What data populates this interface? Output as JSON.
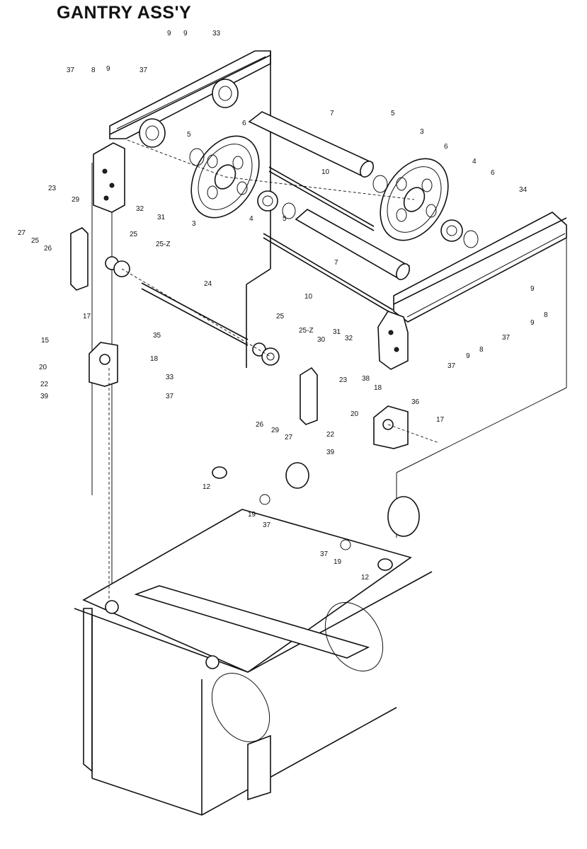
{
  "title": "GANTRY ASS'Y",
  "callouts": [
    {
      "id": "c1",
      "text": "9"
    },
    {
      "id": "c2",
      "text": "9"
    },
    {
      "id": "c3",
      "text": "33"
    },
    {
      "id": "c4",
      "text": "37"
    },
    {
      "id": "c5",
      "text": "8"
    },
    {
      "id": "c6",
      "text": "9"
    },
    {
      "id": "c7",
      "text": "37"
    },
    {
      "id": "c8",
      "text": "6"
    },
    {
      "id": "c9",
      "text": "7"
    },
    {
      "id": "c10",
      "text": "5"
    },
    {
      "id": "c11",
      "text": "3"
    },
    {
      "id": "c12",
      "text": "6"
    },
    {
      "id": "c13",
      "text": "5"
    },
    {
      "id": "c14",
      "text": "10"
    },
    {
      "id": "c15",
      "text": "4"
    },
    {
      "id": "c16",
      "text": "6"
    },
    {
      "id": "c17",
      "text": "34"
    },
    {
      "id": "c18",
      "text": "23"
    },
    {
      "id": "c19",
      "text": "29"
    },
    {
      "id": "c20",
      "text": "32"
    },
    {
      "id": "c21",
      "text": "31"
    },
    {
      "id": "c22",
      "text": "3"
    },
    {
      "id": "c23",
      "text": "4"
    },
    {
      "id": "c24",
      "text": "5"
    },
    {
      "id": "c25",
      "text": "27"
    },
    {
      "id": "c26",
      "text": "25"
    },
    {
      "id": "c27",
      "text": "26"
    },
    {
      "id": "c28",
      "text": "25"
    },
    {
      "id": "c29",
      "text": "25-Z"
    },
    {
      "id": "c30",
      "text": "7"
    },
    {
      "id": "c31",
      "text": "10"
    },
    {
      "id": "c32",
      "text": "24"
    },
    {
      "id": "c33",
      "text": "9"
    },
    {
      "id": "c34",
      "text": "8"
    },
    {
      "id": "c35",
      "text": "9"
    },
    {
      "id": "c36",
      "text": "37"
    },
    {
      "id": "c37",
      "text": "17"
    },
    {
      "id": "c38",
      "text": "35"
    },
    {
      "id": "c39",
      "text": "15"
    },
    {
      "id": "c40",
      "text": "25"
    },
    {
      "id": "c41",
      "text": "25-Z"
    },
    {
      "id": "c42",
      "text": "31"
    },
    {
      "id": "c43",
      "text": "32"
    },
    {
      "id": "c44",
      "text": "30"
    },
    {
      "id": "c45",
      "text": "9"
    },
    {
      "id": "c46",
      "text": "8"
    },
    {
      "id": "c47",
      "text": "37"
    },
    {
      "id": "c48",
      "text": "20"
    },
    {
      "id": "c49",
      "text": "18"
    },
    {
      "id": "c50",
      "text": "33"
    },
    {
      "id": "c51",
      "text": "22"
    },
    {
      "id": "c52",
      "text": "39"
    },
    {
      "id": "c53",
      "text": "37"
    },
    {
      "id": "c54",
      "text": "23"
    },
    {
      "id": "c55",
      "text": "38"
    },
    {
      "id": "c56",
      "text": "18"
    },
    {
      "id": "c57",
      "text": "36"
    },
    {
      "id": "c58",
      "text": "26"
    },
    {
      "id": "c59",
      "text": "29"
    },
    {
      "id": "c60",
      "text": "27"
    },
    {
      "id": "c61",
      "text": "20"
    },
    {
      "id": "c62",
      "text": "17"
    },
    {
      "id": "c63",
      "text": "22"
    },
    {
      "id": "c64",
      "text": "39"
    },
    {
      "id": "c65",
      "text": "12"
    },
    {
      "id": "c66",
      "text": "19"
    },
    {
      "id": "c67",
      "text": "37"
    },
    {
      "id": "c68",
      "text": "37"
    },
    {
      "id": "c69",
      "text": "19"
    },
    {
      "id": "c70",
      "text": "12"
    }
  ]
}
